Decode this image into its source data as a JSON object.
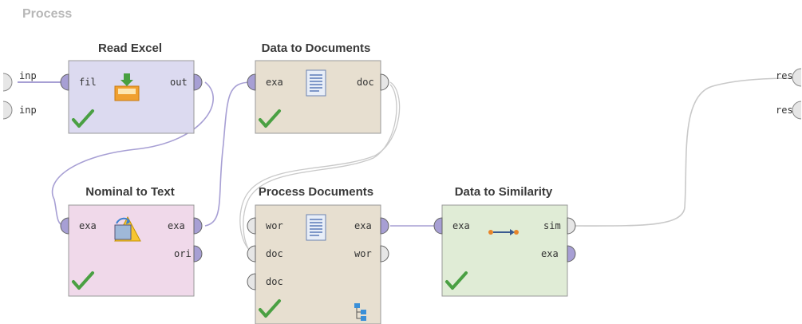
{
  "process_title": "Process",
  "process_ports": {
    "inputs": [
      "inp",
      "inp"
    ],
    "outputs": [
      "res",
      "res"
    ]
  },
  "operators": {
    "read_excel": {
      "title": "Read Excel",
      "color": "#dcdaf0",
      "in_ports": [
        "fil"
      ],
      "out_ports": [
        "out"
      ],
      "icon": "excel-import-icon",
      "status": "ok"
    },
    "data_to_documents": {
      "title": "Data to Documents",
      "color": "#e7dfd0",
      "in_ports": [
        "exa"
      ],
      "out_ports": [
        "doc"
      ],
      "icon": "document-icon",
      "status": "ok"
    },
    "nominal_to_text": {
      "title": "Nominal to Text",
      "color": "#f0d9ea",
      "in_ports": [
        "exa"
      ],
      "out_ports": [
        "exa",
        "ori"
      ],
      "icon": "type-conversion-icon",
      "status": "ok"
    },
    "process_documents": {
      "title": "Process Documents",
      "color": "#e7dfd0",
      "in_ports": [
        "wor",
        "doc",
        "doc"
      ],
      "out_ports": [
        "exa",
        "wor"
      ],
      "icon": "document-icon",
      "subprocess_icon": "subprocess-icon",
      "status": "ok"
    },
    "data_to_similarity": {
      "title": "Data to Similarity",
      "color": "#e0ecd6",
      "in_ports": [
        "exa"
      ],
      "out_ports": [
        "sim",
        "exa"
      ],
      "icon": "similarity-arrow-icon",
      "status": "ok"
    }
  },
  "colors": {
    "port_connected": "#a79fd4",
    "port_empty": "#e6e6e6",
    "wire_purple": "#a79fd4",
    "wire_gray": "#c9c9c9",
    "check_green": "#4aa043"
  }
}
